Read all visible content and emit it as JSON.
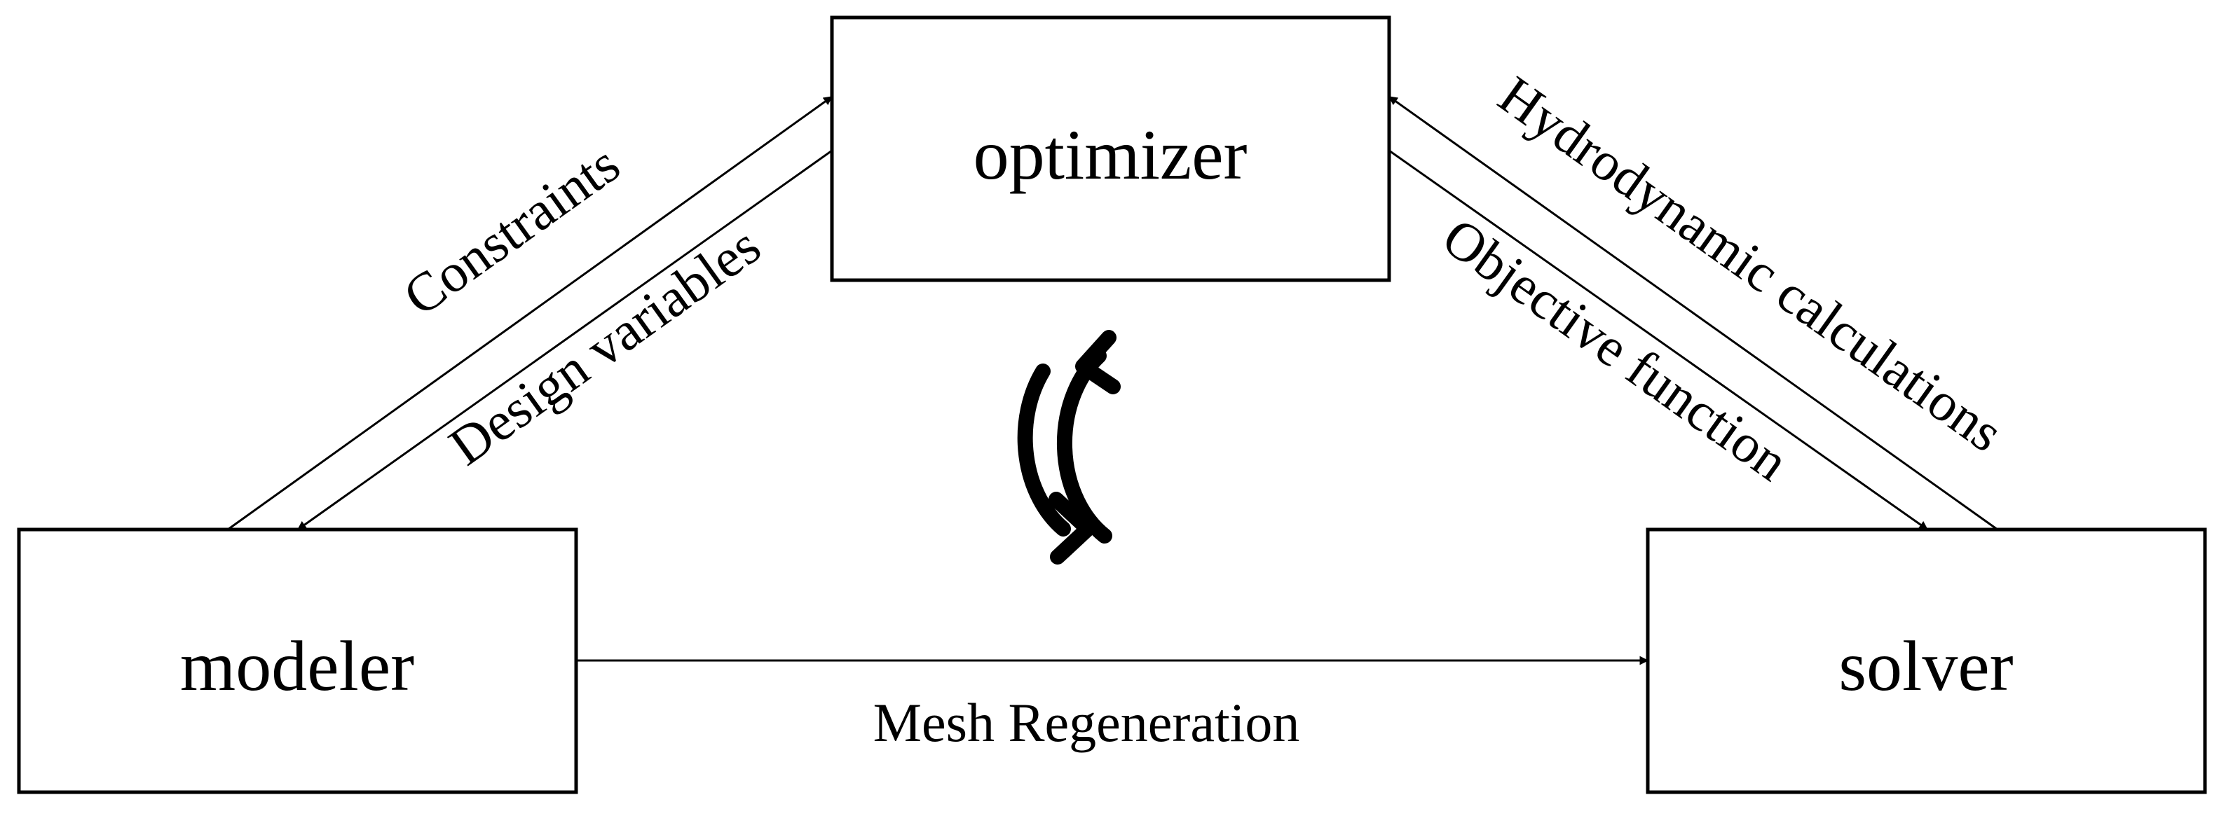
{
  "nodes": {
    "optimizer": "optimizer",
    "modeler": "modeler",
    "solver": "solver"
  },
  "edges": {
    "constraints": "Constraints",
    "design_variables": "Design variables",
    "hydrodynamic_calculations": "Hydrodynamic calculations",
    "objective_function": "Objective function",
    "mesh_regeneration": "Mesh Regeneration"
  },
  "icons": {
    "center": "refresh-cycle-icon"
  },
  "colors": {
    "stroke": "#000000",
    "background": "#ffffff"
  }
}
